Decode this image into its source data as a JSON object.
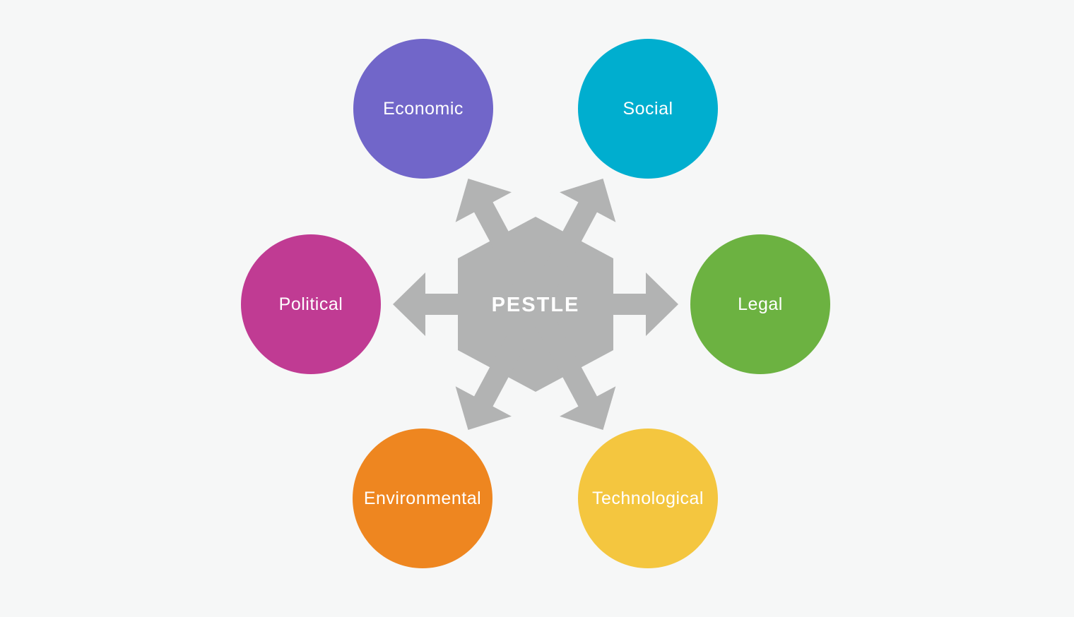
{
  "background_color": "#F6F7F7",
  "label_text_color": "#FFFFFF",
  "center": {
    "label": "PESTLE",
    "color": "#B2B3B3",
    "text_color": "#FFFFFF"
  },
  "factors": [
    {
      "id": "economic",
      "label": "Economic",
      "color": "#7166C9"
    },
    {
      "id": "social",
      "label": "Social",
      "color": "#00AECF"
    },
    {
      "id": "political",
      "label": "Political",
      "color": "#C03B93"
    },
    {
      "id": "legal",
      "label": "Legal",
      "color": "#6CB241"
    },
    {
      "id": "environmental",
      "label": "Environmental",
      "color": "#EE8620"
    },
    {
      "id": "technological",
      "label": "Technological",
      "color": "#F4C63F"
    }
  ]
}
